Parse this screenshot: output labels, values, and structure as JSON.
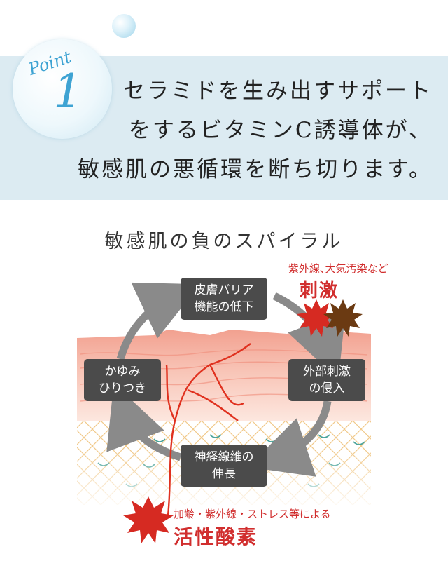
{
  "header": {
    "badge_word": "Point",
    "badge_number": "1",
    "lines": [
      "セラミドを生み出すサポート",
      "をするビタミンC誘導体が、",
      "敏感肌の悪循環を断ち切ります。"
    ]
  },
  "diagram": {
    "title": "敏感肌の負のスパイラル",
    "nodes": {
      "barrier": [
        "皮膚バリア",
        "機能の低下"
      ],
      "invasion": [
        "外部刺激",
        "の侵入"
      ],
      "nerve": [
        "神経線維の",
        "伸長"
      ],
      "itch": [
        "かゆみ",
        "ひりつき"
      ]
    },
    "irritant": {
      "caption": "紫外線､大気汚染など",
      "title": "刺激"
    },
    "ros": {
      "caption": "加齢・紫外線・ストレス等による",
      "title": "活性酸素"
    }
  },
  "colors": {
    "accent_blue": "#3ea3d3",
    "node_fill": "#4b4b4b",
    "arrow_gray": "#8a8a8a",
    "alert_red": "#d12e2e",
    "irritant_brown": "#6b3a12",
    "skin_pink": "#f6b3a4",
    "banner_bg": "#dcebf2"
  }
}
